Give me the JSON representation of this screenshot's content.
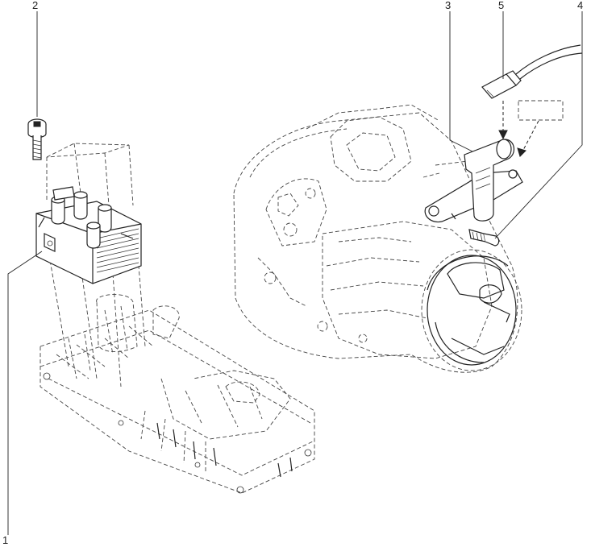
{
  "callouts": [
    {
      "id": "1",
      "label": "1",
      "part": "ignition-coil"
    },
    {
      "id": "2",
      "label": "2",
      "part": "coil-bolt"
    },
    {
      "id": "3",
      "label": "3",
      "part": "crankshaft-sensor"
    },
    {
      "id": "4",
      "label": "4",
      "part": "sensor-bolt"
    },
    {
      "id": "5",
      "label": "5",
      "part": "sensor-connector"
    }
  ]
}
